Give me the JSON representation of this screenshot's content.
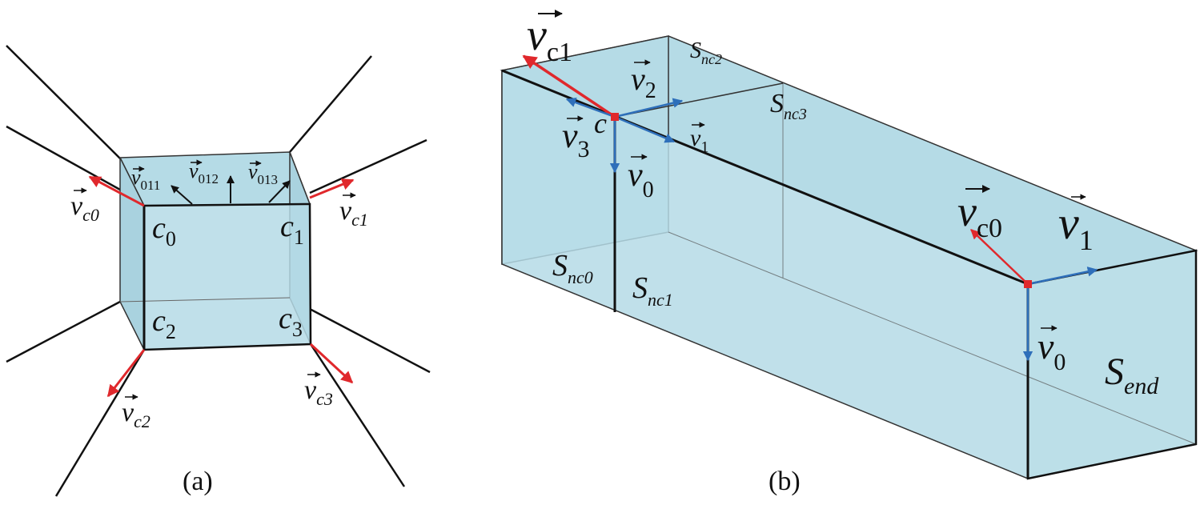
{
  "colors": {
    "face": "#b5dbe6",
    "face_dark": "#a6d0de",
    "edge": "#111111",
    "red_vector": "#e0282c",
    "blue_vector": "#2e6fba"
  },
  "panel_a": {
    "caption": "(a)",
    "corners": [
      {
        "letter": "c",
        "sub": "0"
      },
      {
        "letter": "c",
        "sub": "1"
      },
      {
        "letter": "c",
        "sub": "2"
      },
      {
        "letter": "c",
        "sub": "3"
      }
    ],
    "normals": [
      {
        "letter": "v",
        "sub": "011"
      },
      {
        "letter": "v",
        "sub": "012"
      },
      {
        "letter": "v",
        "sub": "013"
      }
    ],
    "corner_vectors": [
      {
        "letter": "v",
        "sub": "c0"
      },
      {
        "letter": "v",
        "sub": "c1"
      },
      {
        "letter": "v",
        "sub": "c2"
      },
      {
        "letter": "v",
        "sub": "c3"
      }
    ]
  },
  "panel_b": {
    "caption": "(b)",
    "vectors": {
      "vc1": {
        "letter": "v",
        "sub": "c1"
      },
      "v2": {
        "letter": "v",
        "sub": "2"
      },
      "v3": {
        "letter": "v",
        "sub": "3"
      },
      "v1_small": {
        "letter": "v",
        "sub": "1"
      },
      "v0_small": {
        "letter": "v",
        "sub": "0"
      },
      "vc0": {
        "letter": "v",
        "sub": "c0"
      },
      "v1_big": {
        "letter": "v",
        "sub": "1"
      },
      "v0_big": {
        "letter": "v",
        "sub": "0"
      }
    },
    "point": "c",
    "surfaces": [
      {
        "letter": "S",
        "sub": "nc2"
      },
      {
        "letter": "S",
        "sub": "nc3"
      },
      {
        "letter": "S",
        "sub": "nc0"
      },
      {
        "letter": "S",
        "sub": "nc1"
      },
      {
        "letter": "S",
        "sub": "end"
      }
    ]
  }
}
